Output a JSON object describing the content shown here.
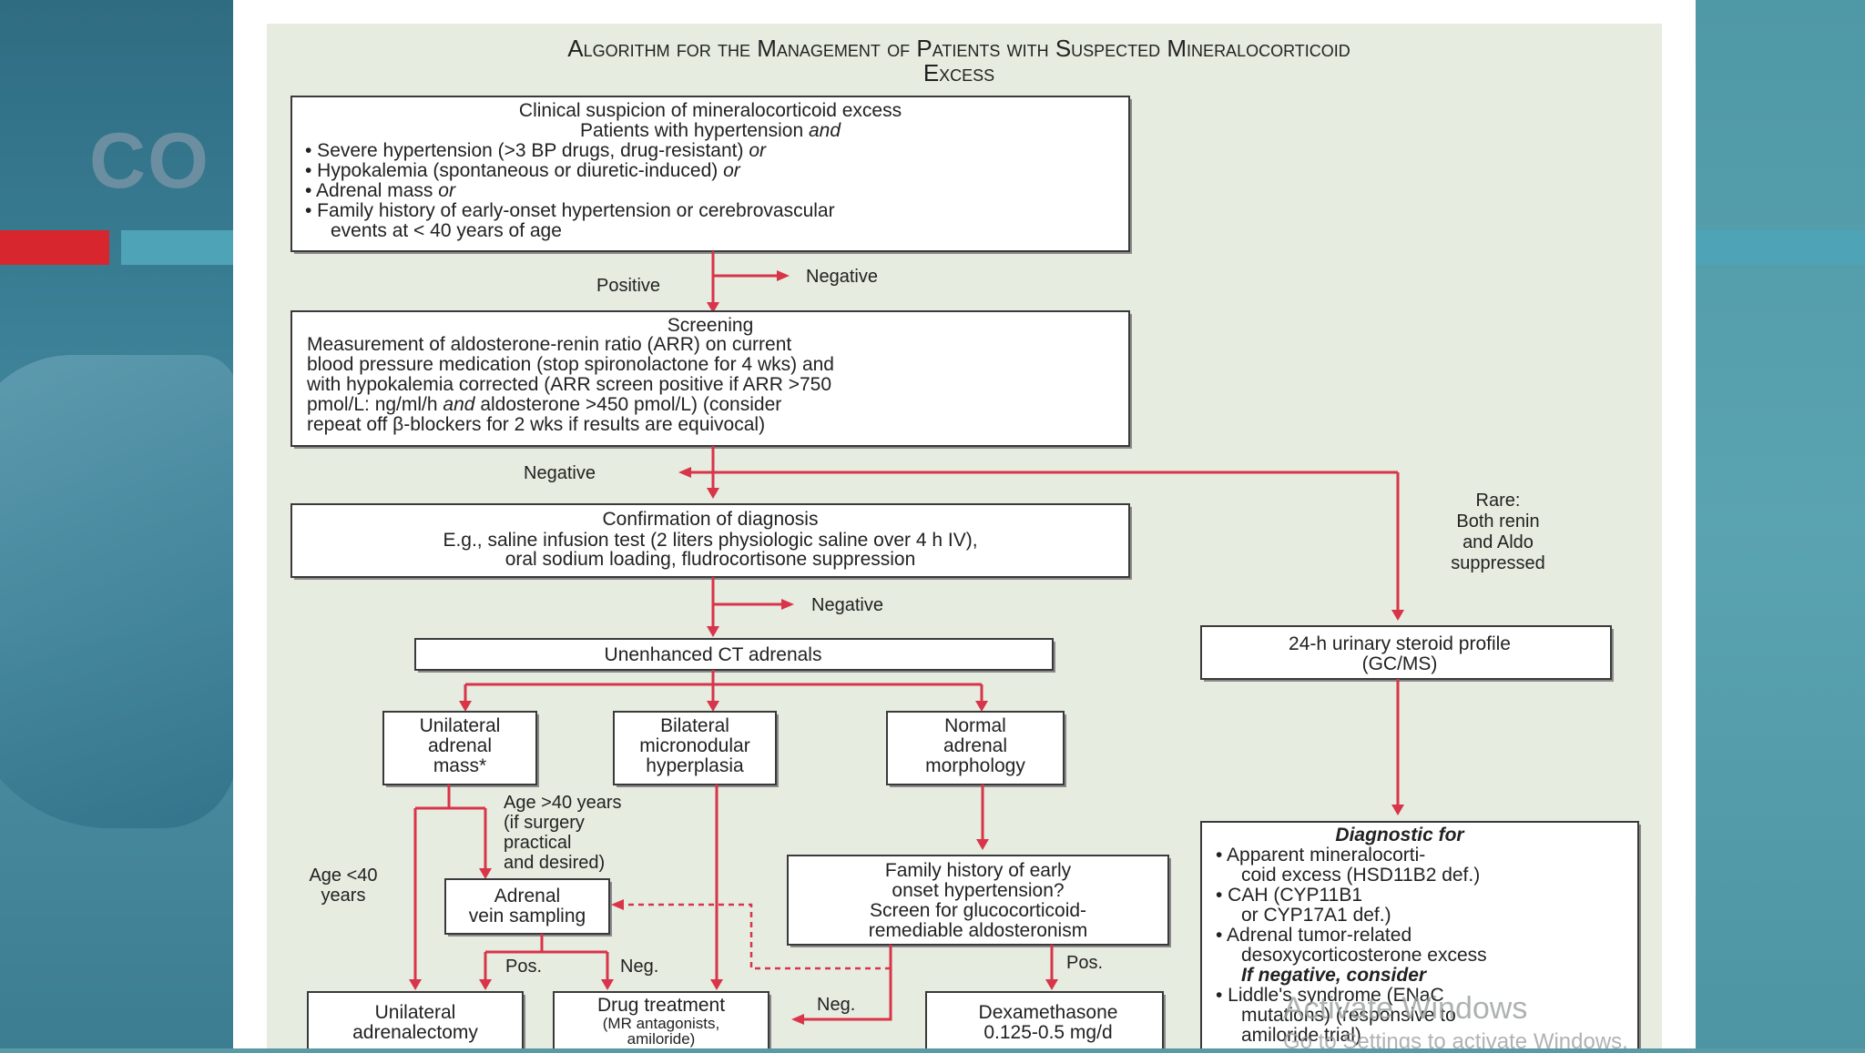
{
  "title": {
    "line1": "Algorithm for the Management of Patients with Suspected Mineralocorticoid",
    "line2": "Excess"
  },
  "clinical": {
    "heading": "Clinical suspicion of mineralocorticoid excess",
    "sub": "Patients with hypertension",
    "sub_and": "and",
    "b1": "• Severe hypertension (>3 BP drugs, drug-resistant)",
    "b1_or": "or",
    "b2": "• Hypokalemia (spontaneous or diuretic-induced)",
    "b2_or": "or",
    "b3": "• Adrenal mass",
    "b3_or": "or",
    "b4a": "• Family history of early-onset hypertension or cerebrovascular",
    "b4b": "events at < 40 years of age"
  },
  "labels": {
    "positive": "Positive",
    "negative1": "Negative",
    "negative2": "Negative",
    "negative3": "Negative",
    "rare1": "Rare:",
    "rare2": "Both renin",
    "rare3": "and Aldo",
    "rare4": "suppressed",
    "age_gt1": "Age >40 years",
    "age_gt2": "(if surgery",
    "age_gt3": "practical",
    "age_gt4": "and desired)",
    "age_lt1": "Age <40",
    "age_lt2": "years",
    "pos1": "Pos.",
    "neg1": "Neg.",
    "neg2": "Neg.",
    "pos2": "Pos."
  },
  "screening": {
    "heading": "Screening",
    "l1": "Measurement of aldosterone-renin ratio (ARR) on current",
    "l2": "blood pressure medication (stop spironolactone for 4 wks) and",
    "l3": "with hypokalemia corrected (ARR screen positive if  ARR >750",
    "l4a": "pmol/L: ng/ml/h",
    "l4_and": "and",
    "l4b": "aldosterone >450 pmol/L) (consider",
    "l5": "repeat off β-blockers for 2 wks if results are equivocal)"
  },
  "confirmation": {
    "heading": "Confirmation of diagnosis",
    "l1": "E.g., saline infusion test (2 liters physiologic saline over 4 h IV),",
    "l2": "oral sodium loading, fludrocortisone suppression"
  },
  "ct": {
    "label": "Unenhanced CT adrenals"
  },
  "urinary": {
    "l1": "24-h urinary steroid profile",
    "l2": "(GC/MS)"
  },
  "unilateral_mass": {
    "l1": "Unilateral",
    "l2": "adrenal",
    "l3": "mass*"
  },
  "bilateral": {
    "l1": "Bilateral",
    "l2": "micronodular",
    "l3": "hyperplasia"
  },
  "normal": {
    "l1": "Normal",
    "l2": "adrenal",
    "l3": "morphology"
  },
  "avs": {
    "l1": "Adrenal",
    "l2": "vein sampling"
  },
  "family": {
    "l1": "Family history of early",
    "l2": "onset hypertension?",
    "l3": "Screen for glucocorticoid-",
    "l4": "remediable aldosteronism"
  },
  "diagnostic": {
    "heading": "Diagnostic for",
    "l1": "• Apparent mineralocorti-",
    "l2": "coid excess (HSD11B2 def.)",
    "l3": "• CAH (CYP11B1",
    "l4": "or CYP17A1 def.)",
    "l5": "• Adrenal tumor-related",
    "l6": "desoxycorticosterone excess",
    "l7": "If negative, consider",
    "l8": "• Liddle's syndrome (ENaC",
    "l9": "mutations) (responsive to",
    "l10": "amiloride trial)"
  },
  "adrenalectomy": {
    "l1": "Unilateral",
    "l2": "adrenalectomy"
  },
  "drug": {
    "l1": "Drug treatment",
    "l2": "(MR antagonists,",
    "l3": "amiloride)"
  },
  "dexa": {
    "l1": "Dexamethasone",
    "l2": "0.125-0.5 mg/d"
  },
  "watermark": {
    "line1": "Activate Windows",
    "line2": "Go to Settings to activate Windows."
  },
  "background": {
    "shirt_text": "CO"
  },
  "colors": {
    "accent_red": "#d8344a",
    "figure_bg": "#e6ecdf",
    "teal": "#4fa3b6"
  }
}
